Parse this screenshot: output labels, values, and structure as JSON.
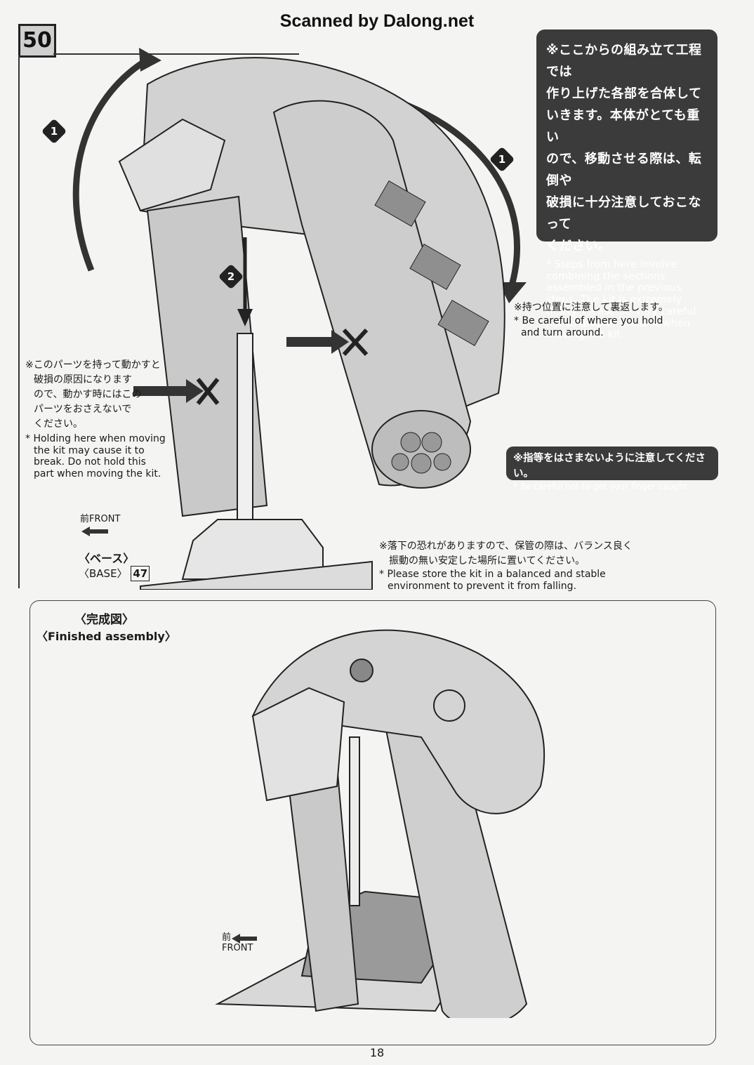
{
  "header": {
    "scan_credit": "Scanned by Dalong.net"
  },
  "step": {
    "number": "50"
  },
  "markers": {
    "one": "1",
    "two": "2"
  },
  "assembly_note": {
    "jp": [
      "※ここからの組み立て工程では",
      "作り上げた各部を合体して",
      "いきます。本体がとても重い",
      "ので、移動させる際は、転倒や",
      "破損に十分注意しておこなって",
      "ください。"
    ],
    "en": [
      "* Steps from here involve",
      "combining the sections",
      "assembled in the previous",
      "steps. The kit is extremely",
      "heavy. Please be very careful",
      "not to drop or break it when",
      "moving the kit."
    ]
  },
  "hold_note": {
    "jp": "※持つ位置に注意して裏返します。",
    "en": [
      "* Be careful of where you hold",
      "and turn around."
    ]
  },
  "part_note": {
    "jp": [
      "※このパーツを持って動かすと",
      "破損の原因になります",
      "ので、動かす時にはこの",
      "パーツをおさえないで",
      "ください。"
    ],
    "en": [
      "* Holding here when moving",
      "the kit may cause it to",
      "break. Do not hold this",
      "part when moving the kit."
    ]
  },
  "finger_note": {
    "jp": "※指等をはさまないように注意してください。",
    "en": "* Be careful not to get your finger caught."
  },
  "storage_note": {
    "jp": [
      "※落下の恐れがありますので、保管の際は、バランス良く",
      "振動の無い安定した場所に置いてください。"
    ],
    "en": [
      "* Please store the kit in a balanced and stable",
      "environment to prevent it from falling."
    ]
  },
  "front_top": {
    "jp": "前",
    "en": "FRONT"
  },
  "base": {
    "jp": "〈ベース〉",
    "en": "〈BASE〉",
    "ref": "47"
  },
  "finished": {
    "jp": "〈完成図〉",
    "en": "〈Finished assembly〉"
  },
  "front_bottom": {
    "jp": "前",
    "en": "FRONT"
  },
  "page_number": "18",
  "colors": {
    "panel": "#3b3b3b",
    "part_fill": "#d2d2d2",
    "part_shade": "#a8a8a8",
    "line": "#222222"
  }
}
